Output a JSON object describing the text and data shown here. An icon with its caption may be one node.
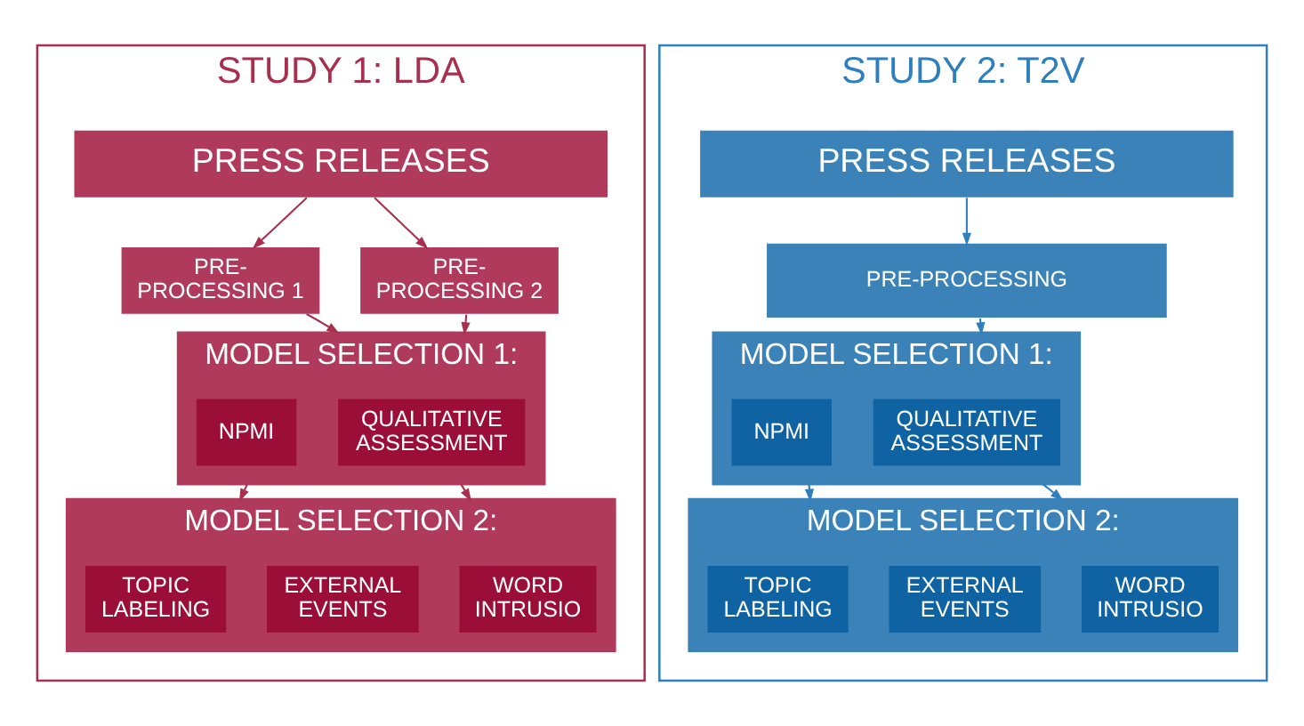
{
  "diagram": {
    "nodes": [
      {
        "text": [
          "STUDY 1: LDA"
        ]
      },
      {
        "text": [
          "PRESS RELEASES"
        ],
        "in": 0
      },
      {
        "text": [
          "PRE- PROCESSING 1"
        ],
        "in": 0
      },
      {
        "text": [
          "PRE- PROCESSING 2"
        ],
        "in": 0
      },
      {
        "text": [
          "MODEL SELECTION 1:"
        ],
        "in": 0
      },
      {
        "text": [
          "QUALITATIVE ASSESSMENT"
        ],
        "in": 4
      },
      {
        "text": [
          "NPMI"
        ],
        "in": 4
      },
      {
        "text": [
          "MODEL SELECTION 2:"
        ],
        "in": 0
      },
      {
        "text": [
          "WORD INTRUSIO"
        ],
        "in": 7
      },
      {
        "text": [
          "TOPIC LABELING"
        ],
        "in": 7
      },
      {
        "text": [
          "EXTERNAL EVENTS"
        ],
        "in": 7
      },
      {
        "text": [
          "STUDY 2: T2V"
        ]
      },
      {
        "text": [
          "PRESS RELEASES"
        ],
        "in": 11
      },
      {
        "text": [
          "PRE-PROCESSING"
        ],
        "in": 11
      },
      {
        "text": [
          "MODEL SELECTION 1:"
        ],
        "in": 11
      },
      {
        "text": [
          "QUALITATIVE ASSESSMENT"
        ],
        "in": 14
      },
      {
        "text": [
          "NPMI"
        ],
        "in": 14
      },
      {
        "text": [
          "MODEL SELECTION 2:"
        ],
        "in": 11
      },
      {
        "text": [
          "WORD INTRUSIO"
        ],
        "in": 17
      },
      {
        "text": [
          "TOPIC LABELING"
        ],
        "in": 17
      },
      {
        "text": [
          "EXTERNAL EVENTS"
        ],
        "in": 17
      }
    ],
    "edges": [
      {
        "from": 1,
        "to": 2,
        "arrow": "to"
      },
      {
        "from": 1,
        "to": 3,
        "arrow": "to"
      },
      {
        "from": 2,
        "to": 4,
        "arrow": "to"
      },
      {
        "from": 3,
        "to": 4,
        "arrow": "to"
      },
      {
        "from": 4,
        "to": 7,
        "arrow": "to"
      },
      {
        "from": 4,
        "to": 7,
        "arrow": "to"
      },
      {
        "from": 12,
        "to": 13,
        "arrow": "to",
        "color": "#2f7fbf"
      },
      {
        "from": 13,
        "to": 14,
        "arrow": "to",
        "color": "#2f7fbf"
      },
      {
        "from": 14,
        "to": 17,
        "arrow": "to",
        "color": "#2f7fbf"
      },
      {
        "from": 14,
        "to": 17,
        "arrow": "to",
        "color": "#2f7fbf"
      }
    ]
  }
}
